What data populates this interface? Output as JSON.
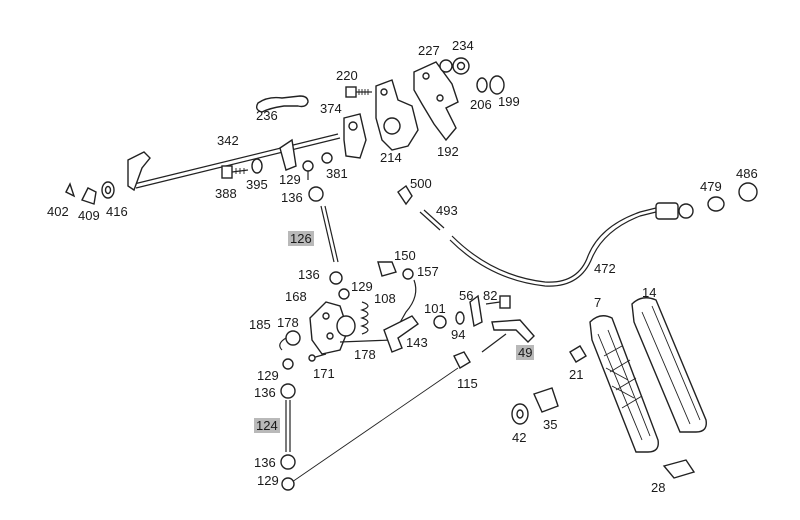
{
  "labels": {
    "p227": "227",
    "p234": "234",
    "p220": "220",
    "p374": "374",
    "p236": "236",
    "p206": "206",
    "p199": "199",
    "p342": "342",
    "p214": "214",
    "p192": "192",
    "p129a": "129",
    "p381": "381",
    "p388": "388",
    "p395": "395",
    "p136a": "136",
    "p402": "402",
    "p409": "409",
    "p416": "416",
    "p500": "500",
    "p479": "479",
    "p486": "486",
    "p493": "493",
    "p126": "126",
    "p472": "472",
    "p150": "150",
    "p136b": "136",
    "p157": "157",
    "p129b": "129",
    "p168": "168",
    "p108": "108",
    "p56": "56",
    "p82": "82",
    "p7": "7",
    "p14": "14",
    "p101": "101",
    "p94": "94",
    "p185": "185",
    "p178a": "178",
    "p143": "143",
    "p178b": "178",
    "p49": "49",
    "p21": "21",
    "p129c": "129",
    "p171": "171",
    "p115": "115",
    "p136c": "136",
    "p124": "124",
    "p42": "42",
    "p35": "35",
    "p136d": "136",
    "p129d": "129",
    "p28": "28"
  },
  "highlight_color": "#b9b9b9"
}
